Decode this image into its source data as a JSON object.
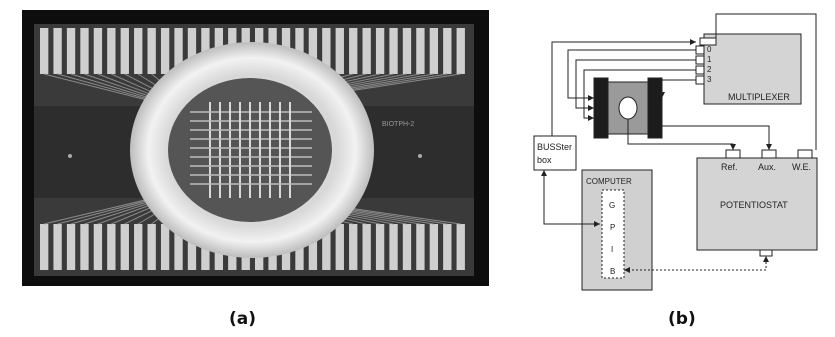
{
  "figure": {
    "caption_a": "(a)",
    "caption_b": "(b)"
  },
  "schematic": {
    "multiplexer": {
      "label": "MULTIPLEXER",
      "channels": [
        "0",
        "1",
        "2",
        "3"
      ]
    },
    "busster": {
      "line1": "BUSSter",
      "line2": "box"
    },
    "computer": {
      "label": "COMPUTER",
      "gpib": [
        "G",
        "P",
        "I",
        "B"
      ]
    },
    "potentiostat": {
      "label": "POTENTIOSTAT",
      "terminals": [
        "Ref.",
        "Aux.",
        "W.E."
      ]
    }
  },
  "photo": {
    "engraving": "BIOTPH-2"
  }
}
